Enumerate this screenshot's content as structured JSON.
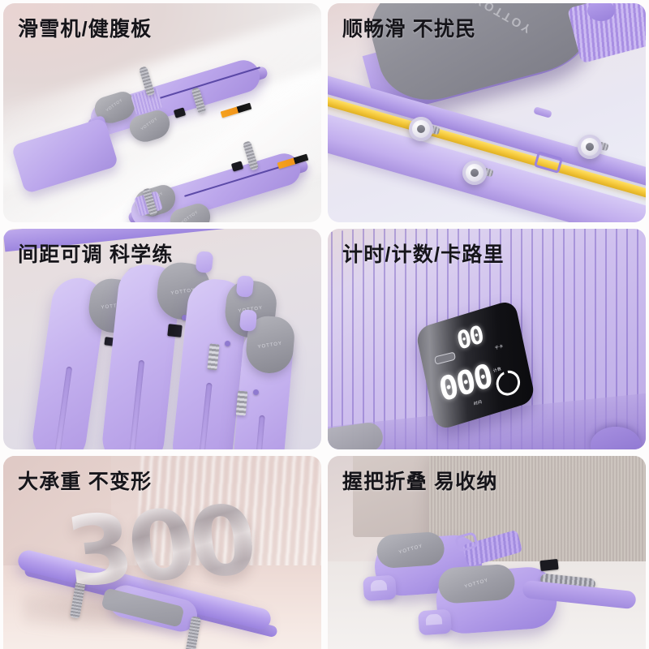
{
  "collage": {
    "title": "Ski Machine / Ab Board product feature collage",
    "accent_purple": "#b39de9",
    "accent_pink_bg": "#e6d5d4",
    "title_color": "#16151a",
    "panels": [
      {
        "id": "panel-1",
        "title": "滑雪机/健腹板",
        "brand": "YOTTOY",
        "label_sticker": "YOTTOY"
      },
      {
        "id": "panel-2",
        "title": "顺畅滑 不扰民",
        "brand": "YOTTOY"
      },
      {
        "id": "panel-3",
        "title": "间距可调 科学练",
        "brand": "YOTTOY"
      },
      {
        "id": "panel-4",
        "title": "计时/计数/卡路里",
        "display": {
          "main_value": "000",
          "secondary_value": "00",
          "label_time": "时间",
          "label_count": "计数",
          "label_kcal": "千卡",
          "power_icon": "power-icon",
          "usb_icon": "usb-c-port-icon"
        }
      },
      {
        "id": "panel-5",
        "title": "大承重 不变形",
        "weight_number": "300"
      },
      {
        "id": "panel-6",
        "title": "握把折叠 易收纳",
        "brand": "YOTTOY"
      }
    ]
  }
}
